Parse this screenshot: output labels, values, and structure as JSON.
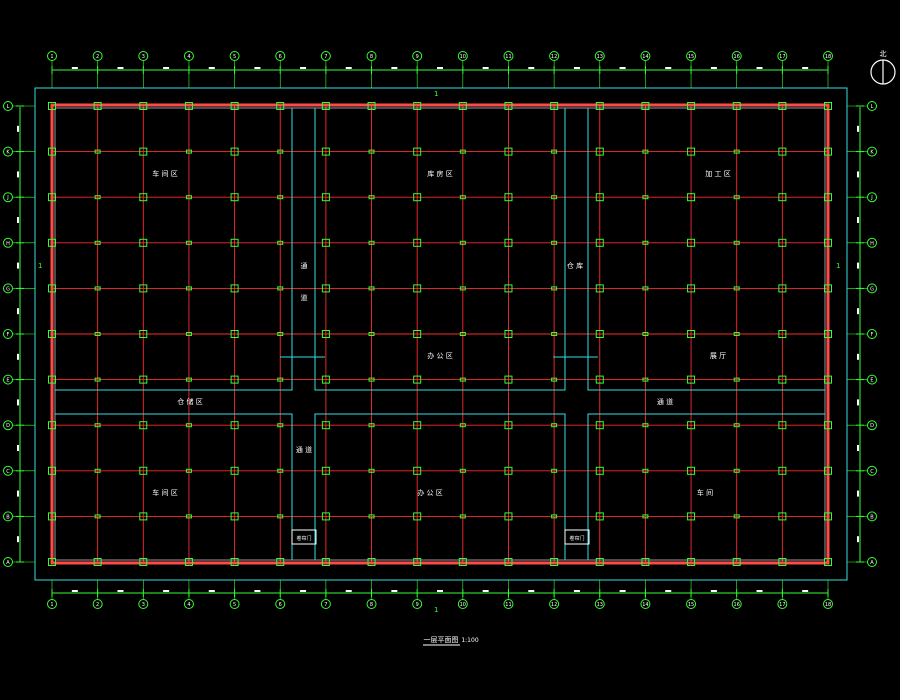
{
  "drawing": {
    "title": "一层平面图",
    "scale": "1:100",
    "section_mark": "1",
    "colors": {
      "background": "#000000",
      "grid_red": "#ff2a2a",
      "wall_red": "#ff4a4a",
      "cyan": "#33e0e0",
      "green": "#33ff33",
      "white": "#ffffff"
    }
  },
  "axes": {
    "columns": [
      "1",
      "2",
      "3",
      "4",
      "5",
      "6",
      "7",
      "8",
      "9",
      "10",
      "11",
      "12",
      "13",
      "14",
      "15",
      "16",
      "17",
      "18"
    ],
    "rows": [
      "L",
      "K",
      "J",
      "H",
      "G",
      "F",
      "E",
      "D",
      "C",
      "B",
      "A"
    ]
  },
  "rooms": [
    {
      "label": "车 间 区"
    },
    {
      "label": "库 房 区"
    },
    {
      "label": "加 工 区"
    },
    {
      "label": "通"
    },
    {
      "label": "道"
    },
    {
      "label": "办 公 区"
    },
    {
      "label": "展 厅"
    },
    {
      "label": "仓 储 区"
    },
    {
      "label": "通 道"
    },
    {
      "label": "车 间 区"
    },
    {
      "label": "通 道"
    },
    {
      "label": "办 公 区"
    },
    {
      "label": "仓 库"
    },
    {
      "label": "车 间"
    }
  ],
  "doors": [
    "卷帘门",
    "卷帘门"
  ],
  "compass": {
    "label": "北"
  }
}
